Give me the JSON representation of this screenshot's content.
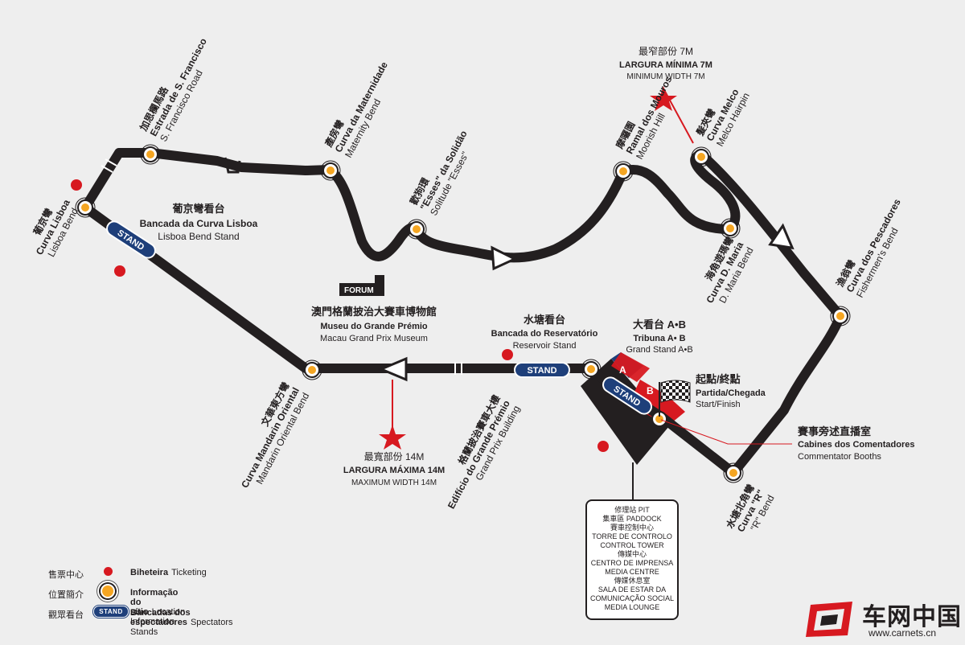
{
  "features": {
    "forum": "FORUM",
    "stand_badge": "STAND",
    "grandstand_a": "A",
    "grandstand_b": "B"
  },
  "corners": {
    "lisboa": {
      "zh": "葡京彎",
      "pt": "Curva Lisboa",
      "en": "Lisboa Bend"
    },
    "sfrancisco": {
      "zh": "加思欄馬路",
      "pt": "Estrada de S. Francisco",
      "en": "S. Francisco Road"
    },
    "maternidade": {
      "zh": "產房彎",
      "pt": "Curva da Maternidade",
      "en": "Maternity Bend"
    },
    "solidao": {
      "zh": "歡狗環",
      "pt": "\"Esses\" da Solidão",
      "en": "Solitude \"Esses\""
    },
    "mouros": {
      "zh": "摩囉園",
      "pt": "Ramal dos Mouros",
      "en": "Moorish Hill"
    },
    "melco": {
      "zh": "髮夾彎",
      "pt": "Curva Melco",
      "en": "Melco Hairpin"
    },
    "dmaria": {
      "zh": "海角遊瑪彎",
      "pt": "Curva D. Maria",
      "en": "D. Maria Bend"
    },
    "pescadores": {
      "zh": "漁翁彎",
      "pt": "Curva dos Pescadores",
      "en": "Fishermen's Bend"
    },
    "r_bend": {
      "zh": "水塘北角彎",
      "pt": "Curva \"R\"",
      "en": "\"R\" Bend"
    },
    "gp_building": {
      "zh": "格蘭披治賽車大樓",
      "pt": "Edifício do Grande Prémio",
      "en": "Grand Prix Building"
    },
    "mandarin": {
      "zh": "文華東方彎",
      "pt": "Curva Mandarin Oriental",
      "en": "Mandarin Oriental Bend"
    }
  },
  "labels": {
    "lisboa_stand": {
      "zh": "葡京彎看台",
      "pt": "Bancada da Curva Lisboa",
      "en": "Lisboa Bend Stand"
    },
    "museum": {
      "zh": "澳門格蘭披治大賽車博物館",
      "pt": "Museu do Grande Prémio",
      "en": "Macau Grand Prix Museum"
    },
    "reservoir": {
      "zh": "水塘看台",
      "pt": "Bancada do Reservatório",
      "en": "Reservoir Stand"
    },
    "grandstand": {
      "zh": "大看台 A•B",
      "pt": "Tribuna A• B",
      "en": "Grand Stand A•B"
    },
    "startfinish": {
      "zh": "起點/終點",
      "pt": "Partida/Chegada",
      "en": "Start/Finish"
    },
    "commentator": {
      "zh": "賽事旁述直播室",
      "pt": "Cabines dos Comentadores",
      "en": "Commentator Booths"
    },
    "min_width": {
      "zh": "最窄部份 7M",
      "pt": "LARGURA MÍNIMA 7M",
      "en": "MINIMUM WIDTH 7M"
    },
    "max_width": {
      "zh": "最寬部份 14M",
      "pt": "LARGURA MÁXIMA 14M",
      "en": "MAXIMUM WIDTH 14M"
    }
  },
  "pit_box": [
    "修理站 PIT",
    "集車區 PADDOCK",
    "賽車控制中心",
    "TORRE DE CONTROLO",
    "CONTROL TOWER",
    "傳媒中心",
    "CENTRO DE IMPRENSA",
    "MEDIA CENTRE",
    "傳媒休息室",
    "SALA DE ESTAR DA",
    "COMUNICAÇÃO SOCIAL",
    "MEDIA LOUNGE"
  ],
  "legend": [
    {
      "zh": "售票中心",
      "pt": "Biheteira",
      "en": "Ticketing",
      "symbol": "red-dot"
    },
    {
      "zh": "位置簡介",
      "pt": "Informação do sítio",
      "en": "Location Information",
      "symbol": "info-dot"
    },
    {
      "zh": "觀眾看台",
      "pt": "Bancadas dos espectadores",
      "en": "Spectators Stands",
      "symbol": "stand-pill",
      "pill": "STAND"
    }
  ],
  "logo": {
    "name": "车网中国",
    "url": "www.carnets.cn"
  },
  "colors": {
    "track": "#231f20",
    "info_marker": "#f5a623",
    "ticketing": "#d71920",
    "stand_blue": "#1e3f7a",
    "grandstand_red": "#d71920",
    "background": "#eeeeee"
  }
}
